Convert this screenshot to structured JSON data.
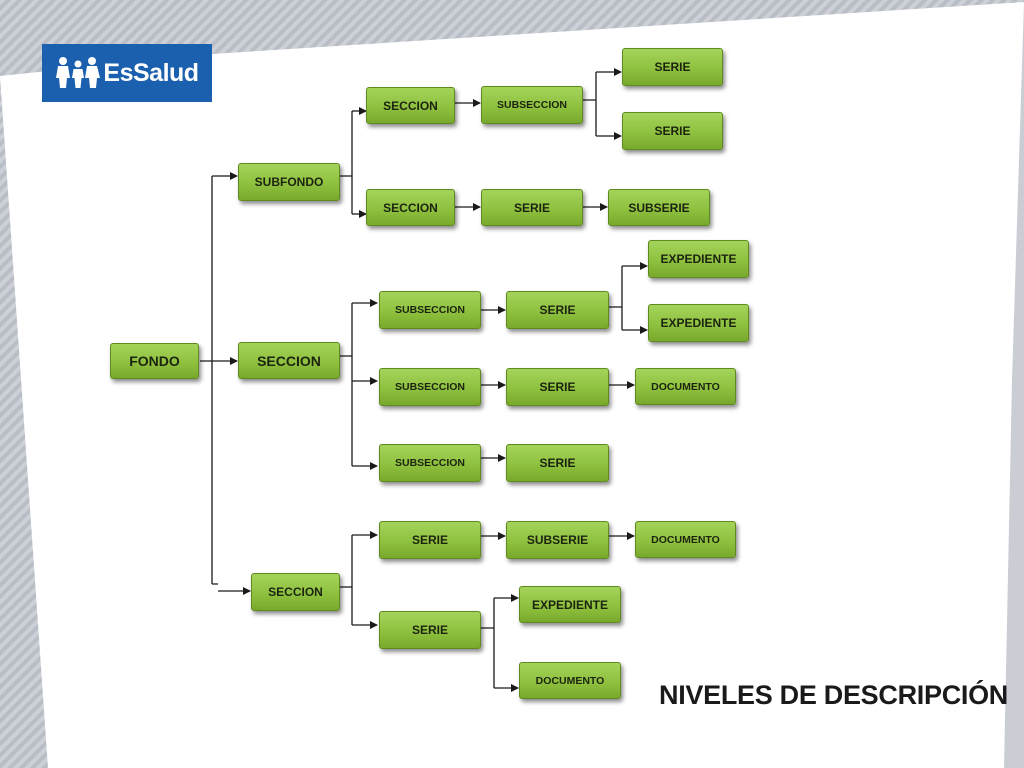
{
  "brand": {
    "name": "EsSalud",
    "color": "#1b60ae"
  },
  "title": "NIVELES DE DESCRIPCIÓN",
  "colors": {
    "node_fill": "#8fc13f",
    "node_border": "#5f8a1f",
    "connector": "#1a1a1a",
    "title": "#1a1a1a"
  },
  "diagram": {
    "type": "tree",
    "nodes": [
      {
        "id": "fondo",
        "label": "FONDO"
      },
      {
        "id": "subfondo",
        "label": "SUBFONDO"
      },
      {
        "id": "seccion-a",
        "label": "SECCION"
      },
      {
        "id": "subseccion-a",
        "label": "SUBSECCION"
      },
      {
        "id": "serie-a1",
        "label": "SERIE"
      },
      {
        "id": "serie-a2",
        "label": "SERIE"
      },
      {
        "id": "seccion-b",
        "label": "SECCION"
      },
      {
        "id": "serie-b",
        "label": "SERIE"
      },
      {
        "id": "subserie-b",
        "label": "SUBSERIE"
      },
      {
        "id": "seccion-main",
        "label": "SECCION"
      },
      {
        "id": "subseccion-c",
        "label": "SUBSECCION"
      },
      {
        "id": "serie-c",
        "label": "SERIE"
      },
      {
        "id": "expediente-c1",
        "label": "EXPEDIENTE"
      },
      {
        "id": "expediente-c2",
        "label": "EXPEDIENTE"
      },
      {
        "id": "subseccion-d",
        "label": "SUBSECCION"
      },
      {
        "id": "serie-d",
        "label": "SERIE"
      },
      {
        "id": "documento-d",
        "label": "DOCUMENTO"
      },
      {
        "id": "subseccion-e",
        "label": "SUBSECCION"
      },
      {
        "id": "serie-e",
        "label": "SERIE"
      },
      {
        "id": "seccion-low",
        "label": "SECCION"
      },
      {
        "id": "serie-f",
        "label": "SERIE"
      },
      {
        "id": "subserie-f",
        "label": "SUBSERIE"
      },
      {
        "id": "documento-f",
        "label": "DOCUMENTO"
      },
      {
        "id": "serie-g",
        "label": "SERIE"
      },
      {
        "id": "expediente-g",
        "label": "EXPEDIENTE"
      },
      {
        "id": "documento-g",
        "label": "DOCUMENTO"
      }
    ],
    "edges": [
      [
        "fondo",
        "subfondo"
      ],
      [
        "fondo",
        "seccion-main"
      ],
      [
        "fondo",
        "seccion-low"
      ],
      [
        "subfondo",
        "seccion-a"
      ],
      [
        "subfondo",
        "seccion-b"
      ],
      [
        "seccion-a",
        "subseccion-a"
      ],
      [
        "subseccion-a",
        "serie-a1"
      ],
      [
        "subseccion-a",
        "serie-a2"
      ],
      [
        "seccion-b",
        "serie-b"
      ],
      [
        "serie-b",
        "subserie-b"
      ],
      [
        "seccion-main",
        "subseccion-c"
      ],
      [
        "seccion-main",
        "subseccion-d"
      ],
      [
        "seccion-main",
        "subseccion-e"
      ],
      [
        "subseccion-c",
        "serie-c"
      ],
      [
        "serie-c",
        "expediente-c1"
      ],
      [
        "serie-c",
        "expediente-c2"
      ],
      [
        "subseccion-d",
        "serie-d"
      ],
      [
        "serie-d",
        "documento-d"
      ],
      [
        "subseccion-e",
        "serie-e"
      ],
      [
        "seccion-low",
        "serie-f"
      ],
      [
        "seccion-low",
        "serie-g"
      ],
      [
        "serie-f",
        "subserie-f"
      ],
      [
        "subserie-f",
        "documento-f"
      ],
      [
        "serie-g",
        "expediente-g"
      ],
      [
        "serie-g",
        "documento-g"
      ]
    ]
  }
}
